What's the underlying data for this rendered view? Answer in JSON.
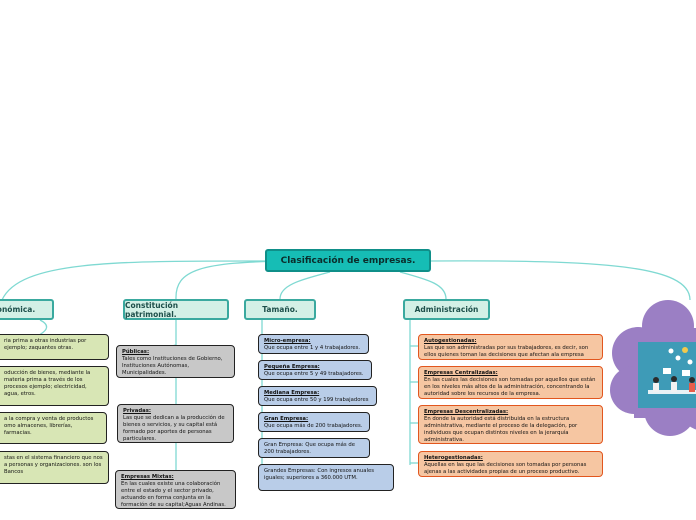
{
  "root": {
    "title": "Clasificación de empresas."
  },
  "categories": {
    "economica": "onómica.",
    "patrimonial": "Constitución patrimonial.",
    "tamano": "Tamaño.",
    "administracion": "Administración"
  },
  "economica_items": [
    {
      "text": "ria prima a otras industrias por ejemplo; zaquantes otras."
    },
    {
      "text": "oducción de bienes, mediante la materia prima a través de los procesos ejemplo; electricidad, agua, etros."
    },
    {
      "text": "a la compra y venta de productos omo almacenes, librerías, farmacias."
    },
    {
      "text": "stas en el sistema financiero que nos a personas y organizaciones. son los Bancos"
    }
  ],
  "patrimonial_items": [
    {
      "title": "Públicas:",
      "desc": "Tales como Instituciones de Gobierno, Instituciones Autónomas, Municipalidades."
    },
    {
      "title": "Privadas:",
      "desc": "Las que se dedican a la producción de bienes o servicios, y su capital está formado por aportes de personas particulares."
    },
    {
      "title": "Empresas Mixtas:",
      "desc": "En las cuales existe una colaboración entre el estado y el sector privado, actuando en forma conjunta en la formación de su capital;Aguas Andinas."
    }
  ],
  "tamano_items": [
    {
      "title": "Micro-empresa:",
      "desc": "Que ocupa entre 1 y 4 trabajadores."
    },
    {
      "title": "Pequeña Empresa:",
      "desc": "Que ocupa entre 5 y 49 trabajadores."
    },
    {
      "title": "Mediana Empresa:",
      "desc": "Que ocupa entre 50 y 199 trabajadores"
    },
    {
      "title": "Gran Empresa:",
      "desc": "Que ocupa más de 200 trabajadores."
    },
    {
      "title": "",
      "desc": "Gran Empresa: Que ocupa más de 200 trabajadores."
    },
    {
      "title": "",
      "desc": "Grandes Empresas: Con ingresos anuales iguales; superiores a 360.000 UTM."
    }
  ],
  "administracion_items": [
    {
      "title": "Autogestionadas:",
      "desc": "Las que son administradas por sus trabajadores, es decir, son ellos quienes toman las decisiones que afectan ala empresa"
    },
    {
      "title": "Empresas Centralizadas:",
      "desc": "En las cuales las decisiones son tomadas por aquellos que están en los niveles más altos de la administración, concentrando la autoridad sobre los recursos de la empresa."
    },
    {
      "title": "Empresas Descentralizadas:",
      "desc": "En donde la autoridad está distribuida en la estructura administrativa, mediante el proceso de la delegación, por individuos que ocupan distintos niveles en la jerarquía administrativa."
    },
    {
      "title": "Heterogestionadas:",
      "desc": "Aquellas en las que las decisiones son tomadas por personas ajenas a las actividades propias de un proceso productivo."
    }
  ],
  "colors": {
    "root_fill": "#16bdb5",
    "category_fill": "#d3f0e6",
    "connector": "#7fd9d2",
    "green_leaf": "#d8e6b5",
    "gray_leaf": "#c8c8c8",
    "blue_leaf": "#b9cde8",
    "orange_leaf": "#f6c6a2",
    "cloud": "#9b7fc4"
  }
}
